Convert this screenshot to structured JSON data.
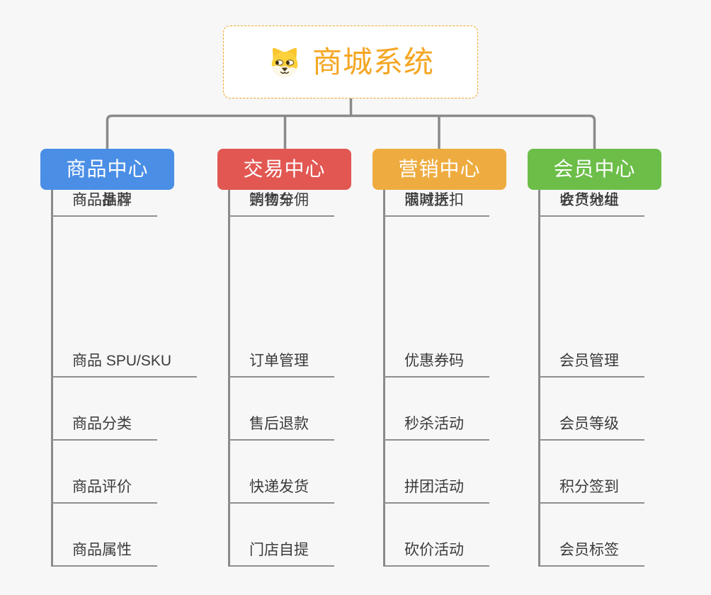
{
  "root": {
    "title": "商城系统",
    "icon": "dog-icon"
  },
  "branches": [
    {
      "label": "商品中心",
      "color": "#4a8ee6",
      "items": [
        "商品 SPU/SKU",
        "商品分类",
        "商品评价",
        "商品属性",
        "商品推荐",
        "商品品牌"
      ]
    },
    {
      "label": "交易中心",
      "color": "#e25752",
      "items": [
        "订单管理",
        "售后退款",
        "快递发货",
        "门店自提",
        "购物车",
        "销售分佣"
      ]
    },
    {
      "label": "营销中心",
      "color": "#eeac40",
      "items": [
        "优惠券码",
        "秒杀活动",
        "拼团活动",
        "砍价活动",
        "限时折扣",
        "满减送"
      ]
    },
    {
      "label": "会员中心",
      "color": "#6cbe49",
      "items": [
        "会员管理",
        "会员等级",
        "积分签到",
        "会员标签",
        "会员分组",
        "收货地址"
      ]
    }
  ],
  "theme": {
    "root_accent": "#f5a623",
    "line_color": "#8a8a8a",
    "underline_color": "#8f8f8f",
    "leaf_text_color": "#3b3b3b",
    "node_text_color": "#ffffff",
    "bg_color": "#f7f7f7"
  }
}
